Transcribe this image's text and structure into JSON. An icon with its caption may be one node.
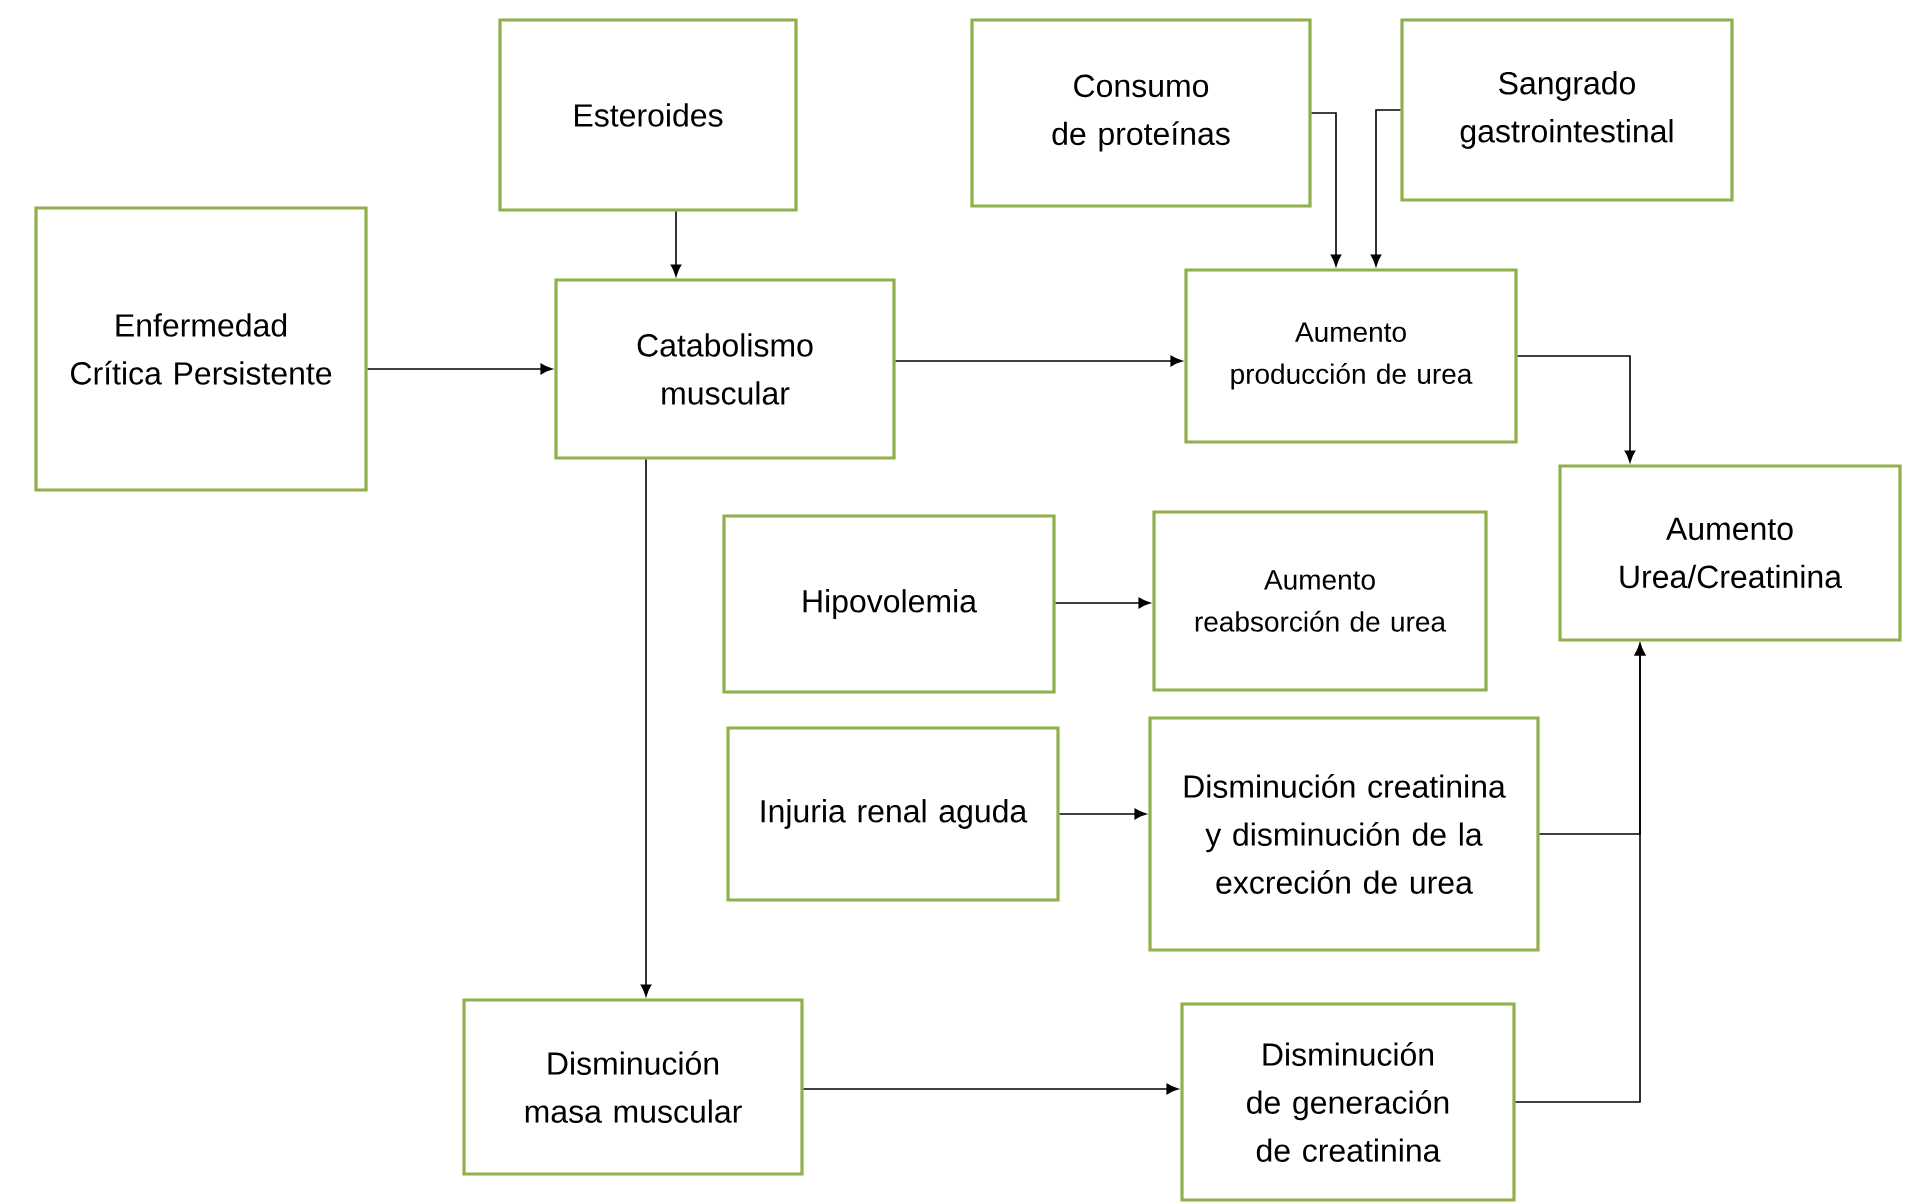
{
  "diagram": {
    "nodes": [
      {
        "text": [
          "Esteroides"
        ]
      },
      {
        "text": [
          "Consumo de proteínas"
        ]
      },
      {
        "text": [
          "Sangrado gastrointestinal"
        ]
      },
      {
        "text": [
          "Enfermedad Crítica Persistente"
        ]
      },
      {
        "text": [
          "Catabolismo muscular"
        ]
      },
      {
        "text": [
          "Aumento producción de urea"
        ]
      },
      {
        "text": [
          "Aumento Urea/Creatinina"
        ]
      },
      {
        "text": [
          "Hipovolemia"
        ]
      },
      {
        "text": [
          "Aumento reabsorción de urea"
        ]
      },
      {
        "text": [
          "Injuria renal aguda"
        ]
      },
      {
        "text": [
          "Disminución creatinina y disminución de la excreción de urea"
        ]
      },
      {
        "text": [
          "Disminución masa muscular"
        ]
      },
      {
        "text": [
          "Disminución de generación de creatinina"
        ]
      }
    ],
    "edges": [
      {
        "from": 0,
        "to": 4,
        "arrow": "to"
      },
      {
        "from": 3,
        "to": 4,
        "arrow": "to"
      },
      {
        "from": 4,
        "to": 5,
        "arrow": "to"
      },
      {
        "from": 1,
        "to": 5,
        "arrow": "to"
      },
      {
        "from": 2,
        "to": 5,
        "arrow": "to"
      },
      {
        "from": 5,
        "to": 6,
        "arrow": "to"
      },
      {
        "from": 4,
        "to": 11,
        "arrow": "to"
      },
      {
        "from": 7,
        "to": 8,
        "arrow": "to"
      },
      {
        "from": 9,
        "to": 10,
        "arrow": "to"
      },
      {
        "from": 11,
        "to": 12,
        "arrow": "to"
      },
      {
        "from": 10,
        "to": 6,
        "arrow": "to"
      },
      {
        "from": 12,
        "to": 6,
        "arrow": "to"
      }
    ]
  }
}
